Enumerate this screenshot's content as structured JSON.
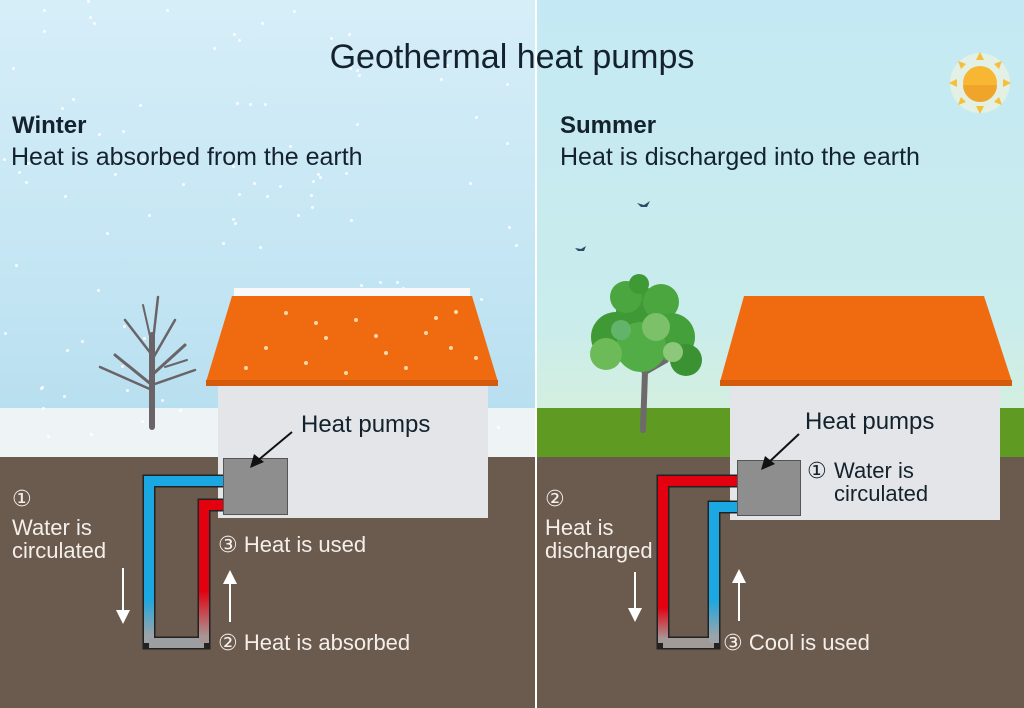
{
  "title": "Geothermal heat pumps",
  "colors": {
    "roof": "#f06a10",
    "cold_pipe": "#1aa7e2",
    "hot_pipe": "#e3000f",
    "earth": "#6b5a4e",
    "grass": "#5f9a23",
    "snow": "#eef3f6",
    "wall": "#e3e5e8",
    "pump": "#8e8e8e",
    "sun": "#f7b733"
  },
  "winter": {
    "season": "Winter",
    "subtitle": "Heat is absorbed from the earth",
    "pump_label": "Heat pumps",
    "step1_num": "①",
    "step1_line1": "Water is",
    "step1_line2": "circulated",
    "step2": "② Heat is absorbed",
    "step3": "③ Heat is used",
    "icons": [
      "bare-tree-icon",
      "snowflakes",
      "down-arrow-icon",
      "up-arrow-icon",
      "pipe-loop"
    ]
  },
  "summer": {
    "season": "Summer",
    "subtitle": "Heat is discharged into the earth",
    "pump_label": "Heat pumps",
    "step1_num": "①",
    "step1_line1": "Water is",
    "step1_line2": "circulated",
    "step2_num": "②",
    "step2_line1": "Heat is",
    "step2_line2": "discharged",
    "step3": "③ Cool is used",
    "icons": [
      "sun-icon",
      "bird-icon",
      "leafy-tree-icon",
      "down-arrow-icon",
      "up-arrow-icon",
      "pipe-loop"
    ]
  }
}
